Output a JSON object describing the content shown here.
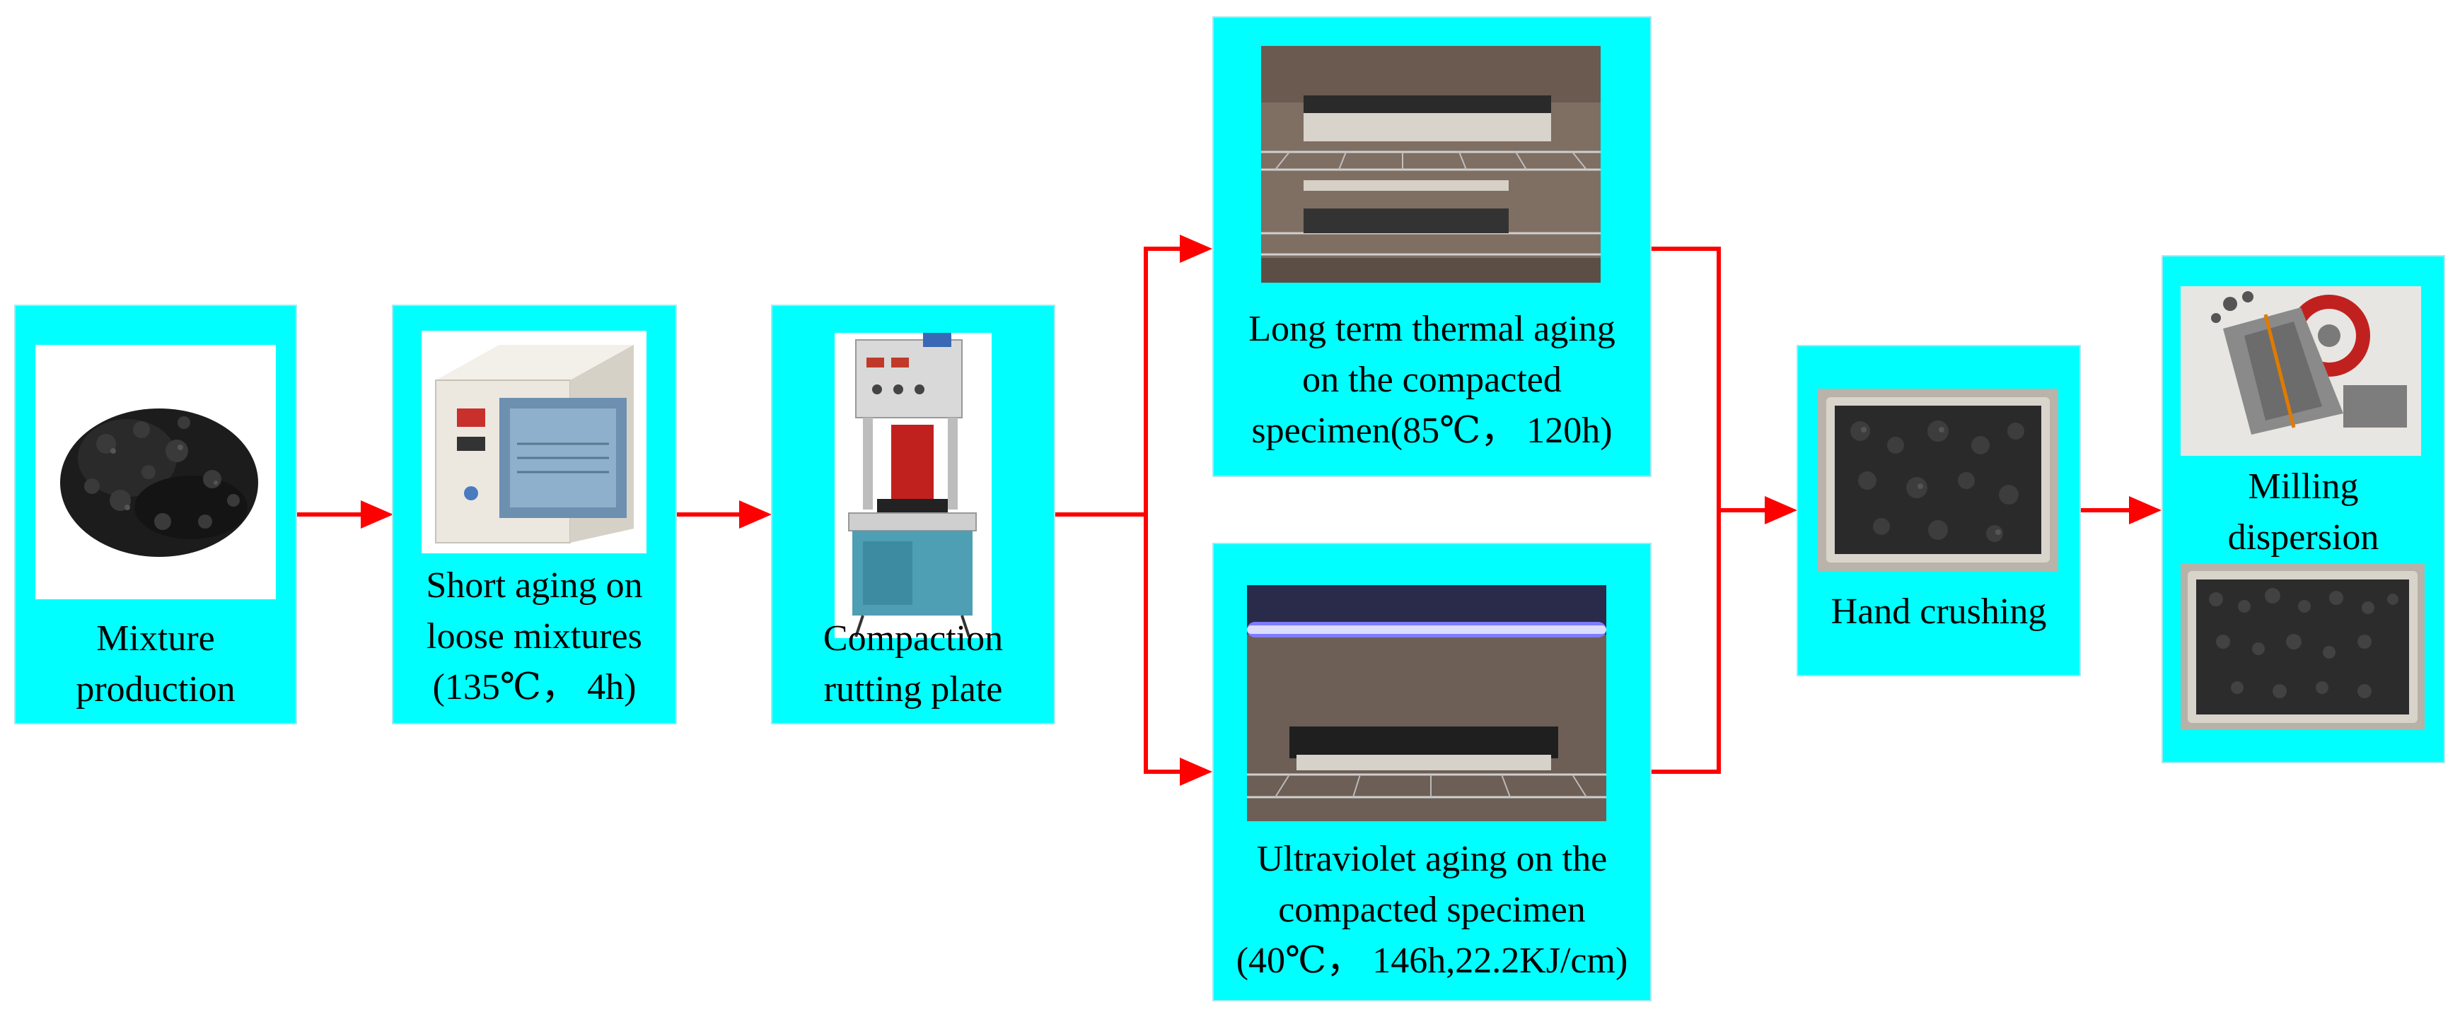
{
  "colors": {
    "box_fill": "#00ffff",
    "box_border": "#a6e9ef",
    "arrow": "#ff0000",
    "text": "#000000"
  },
  "steps": [
    {
      "id": "mixture-production",
      "image": "asphalt-mixture-pile",
      "lines": [
        "Mixture",
        "production"
      ]
    },
    {
      "id": "short-aging",
      "image": "drying-oven",
      "lines": [
        "Short aging on",
        "loose mixtures",
        "(135℃， 4h)"
      ]
    },
    {
      "id": "compaction",
      "image": "rutting-plate-compactor",
      "lines": [
        "Compaction",
        "rutting plate"
      ]
    },
    {
      "id": "long-term-thermal-aging",
      "image": "oven-shelves-with-trays",
      "lines": [
        "Long term thermal aging",
        "on the compacted",
        "specimen(85℃， 120h)"
      ]
    },
    {
      "id": "ultraviolet-aging",
      "image": "uv-lamp-over-tray",
      "lines": [
        "Ultraviolet aging on the",
        "compacted specimen",
        "(40℃， 146h,22.2KJ/cm)"
      ]
    },
    {
      "id": "hand-crushing",
      "image": "crushed-mixture-tray",
      "lines": [
        "Hand crushing"
      ]
    },
    {
      "id": "milling-dispersion",
      "image": "crusher-machine-and-tray",
      "lines": [
        "Milling",
        "dispersion"
      ]
    }
  ]
}
